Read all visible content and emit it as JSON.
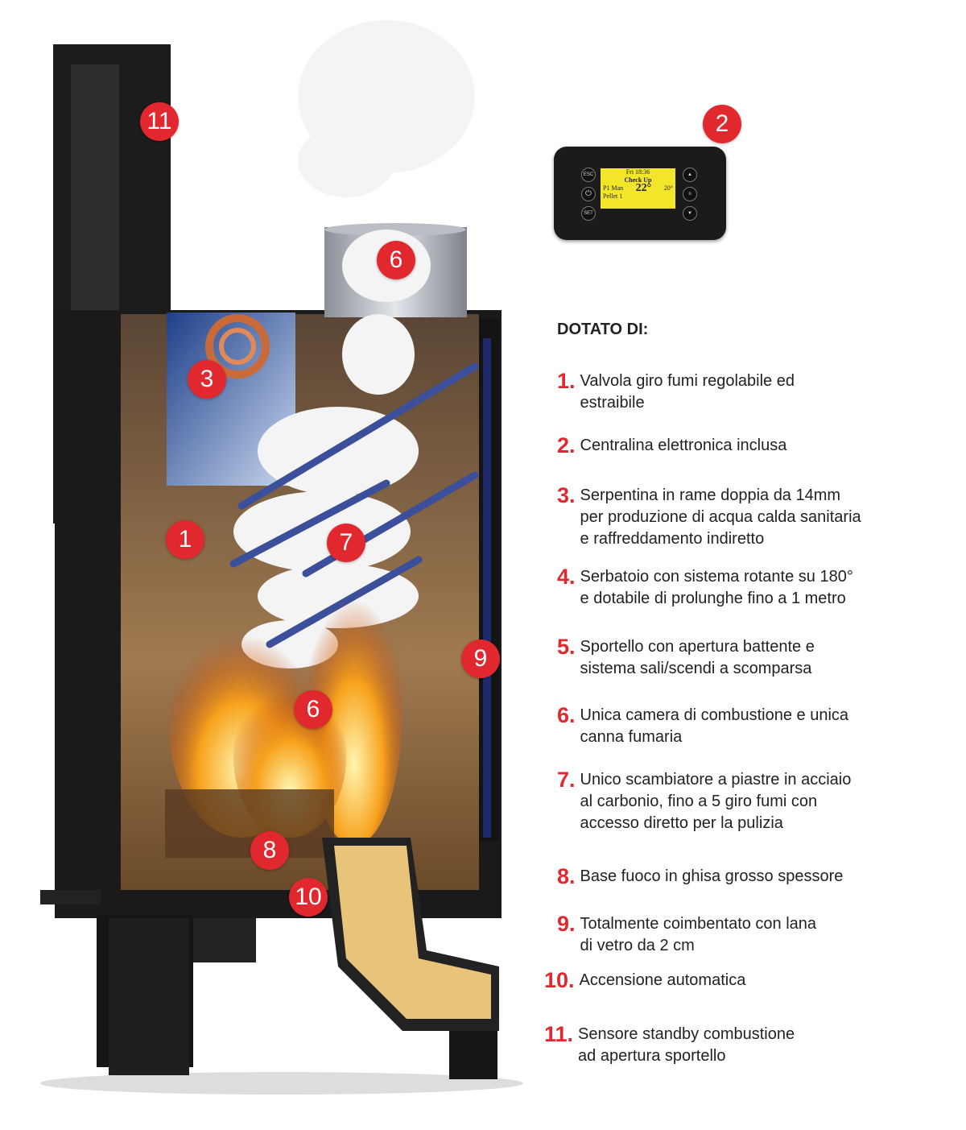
{
  "control_panel": {
    "lcd_time": "Fri 18:36",
    "lcd_status": "Check Up",
    "lcd_mode": "P1 Man",
    "lcd_fuel": "Pellet 1",
    "lcd_temp": "22°",
    "lcd_set": "20°",
    "btn_esc": "ESC",
    "btn_set": "SET"
  },
  "badges": [
    "11",
    "2",
    "6",
    "3",
    "1",
    "7",
    "9",
    "6",
    "8",
    "10"
  ],
  "list": {
    "heading": "DOTATO DI:",
    "items": [
      {
        "n": "1.",
        "text": "Valvola giro fumi regolabile ed\n estraibile"
      },
      {
        "n": "2.",
        "text": "Centralina elettronica inclusa"
      },
      {
        "n": "3.",
        "text": "Serpentina in rame doppia da 14mm\n per produzione di acqua calda sanitaria\n e raffreddamento indiretto"
      },
      {
        "n": "4.",
        "text": "Serbatoio con sistema rotante su 180°\ne dotabile di prolunghe fino a 1 metro"
      },
      {
        "n": "5.",
        "text": "Sportello con apertura battente e\nsistema sali/scendi a scomparsa"
      },
      {
        "n": "6.",
        "text": "Unica camera di combustione e unica\n canna fumaria"
      },
      {
        "n": "7.",
        "text": "Unico scambiatore a piastre in acciaio\nal carbonio, fino a 5 giro fumi con\naccesso diretto per la pulizia"
      },
      {
        "n": "8.",
        "text": "Base fuoco in ghisa grosso spessore"
      },
      {
        "n": "9.",
        "text": "Totalmente coimbentato con lana\ndi vetro da 2 cm"
      },
      {
        "n": "10.",
        "text": "Accensione automatica"
      },
      {
        "n": "11.",
        "text": "Sensore standby combustione\nad apertura sportello"
      }
    ]
  }
}
